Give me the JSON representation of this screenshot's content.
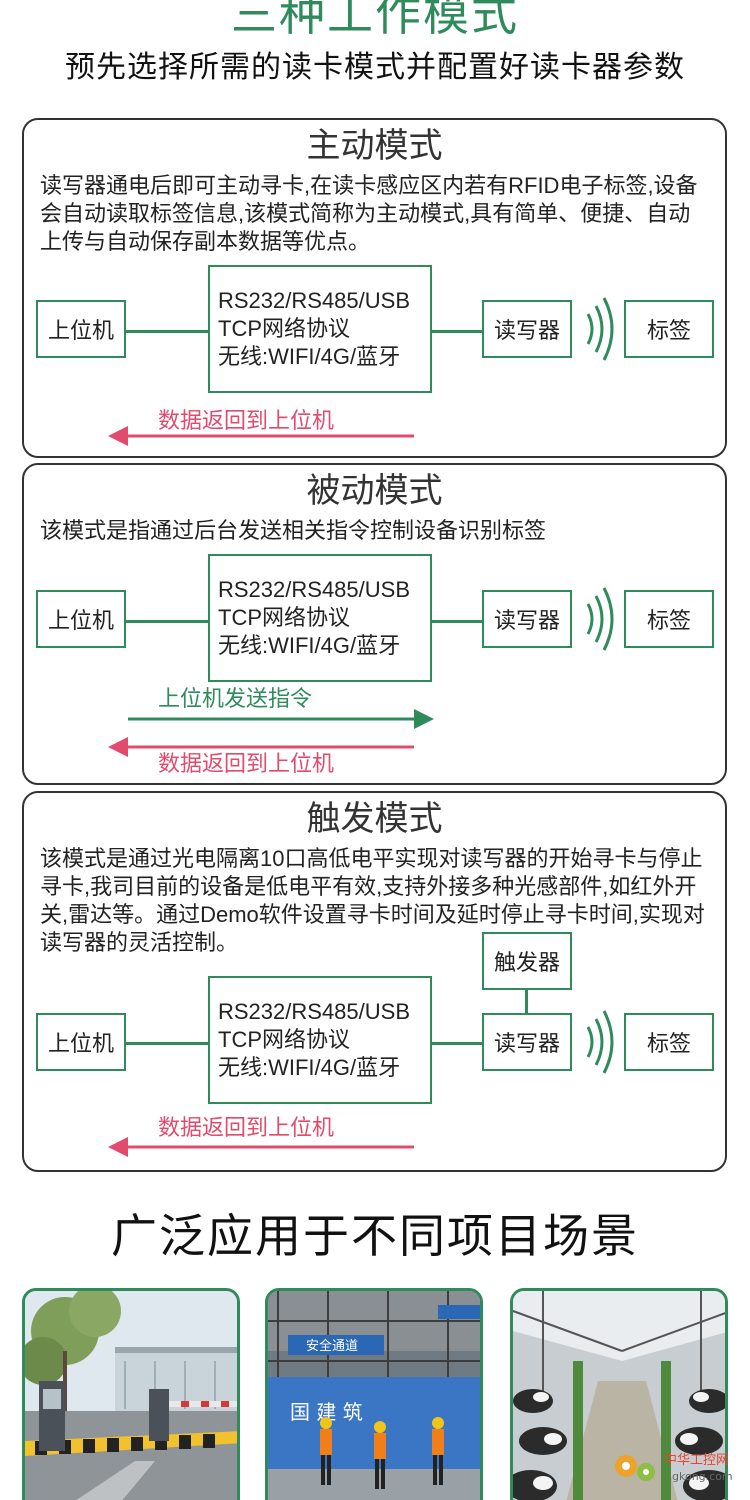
{
  "header": {
    "title": "三种工作模式",
    "subtitle": "预先选择所需的读卡模式并配置好读卡器参数"
  },
  "diagram": {
    "host": "上位机",
    "protocol_lines": [
      "RS232/RS485/USB",
      "TCP网络协议",
      "无线:WIFI/4G/蓝牙"
    ],
    "reader": "读写器",
    "tag": "标签"
  },
  "modes": [
    {
      "title": "主动模式",
      "description": "读写器通电后即可主动寻卡,在读卡感应区内若有RFID电子标签,设备会自动读取标签信息,该模式简称为主动模式,具有简单、便捷、自动上传与自动保存副本数据等优点。",
      "return_label": "数据返回到上位机"
    },
    {
      "title": "被动模式",
      "description": "该模式是指通过后台发送相关指令控制设备识别标签",
      "send_label": "上位机发送指令",
      "return_label": "数据返回到上位机"
    },
    {
      "title": "触发模式",
      "description": "该模式是通过光电隔离10口高低电平实现对读写器的开始寻卡与停止寻卡,我司目前的设备是低电平有效,支持外接多种光感部件,如红外开关,雷达等。通过Demo软件设置寻卡时间及延时停止寻卡时间,实现对读写器的灵活控制。",
      "trigger": "触发器",
      "return_label": "数据返回到上位机"
    }
  ],
  "applications": {
    "title": "广泛应用于不同项目场景",
    "scenes": [
      {
        "name": "parking-gate-photo"
      },
      {
        "name": "construction-site-photo",
        "sign_text": "安全通道",
        "fence_text": "国 建 筑"
      },
      {
        "name": "dairy-farm-photo"
      }
    ]
  },
  "watermark": {
    "text": "中华工控网",
    "domain": "gkong.com"
  },
  "colors": {
    "accent": "#2f8a5c",
    "arrow_return": "#e24a6e",
    "border": "#333333"
  }
}
